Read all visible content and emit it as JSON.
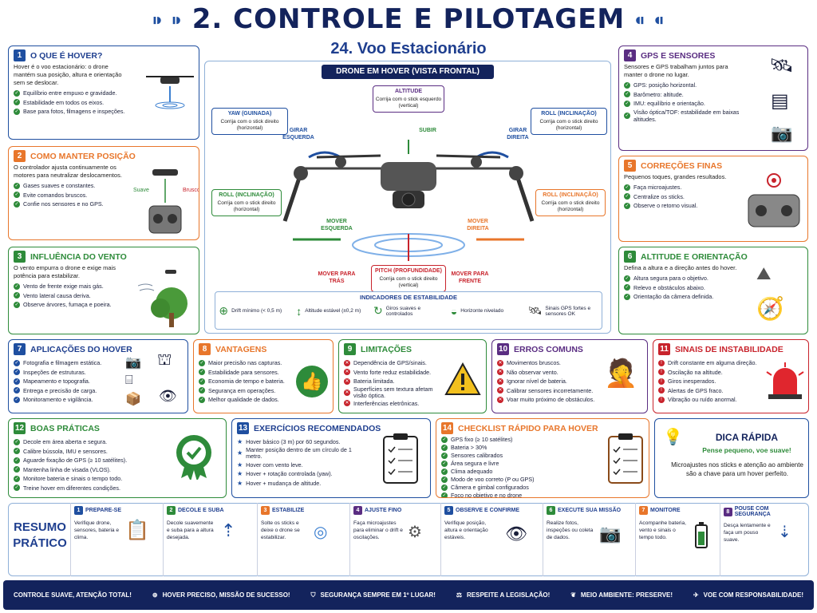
{
  "header": {
    "title": "2. CONTROLE E PILOTAGEM",
    "subtitle": "24. Voo Estacionário"
  },
  "center": {
    "title": "DRONE EM HOVER (VISTA FRONTAL)",
    "altitude": {
      "t": "ALTITUDE",
      "d": "Corrija com o stick esquerdo (vertical)"
    },
    "yaw": {
      "t": "YAW (GUINADA)",
      "d": "Corrija com o stick direito (horizontal)"
    },
    "roll_tr": {
      "t": "ROLL (INCLINAÇÃO)",
      "d": "Corrija com o stick direito (horizontal)"
    },
    "roll_l": {
      "t": "ROLL (INCLINAÇÃO)",
      "d": "Corrija com o stick direito (horizontal)"
    },
    "roll_r": {
      "t": "ROLL (INCLINAÇÃO)",
      "d": "Corrija com o stick direito (horizontal)"
    },
    "pitch": {
      "t": "PITCH (PROFUNDIDADE)",
      "d": "Corrija com o stick direito (vertical)"
    },
    "girar_esq": "GIRAR ESQUERDA",
    "girar_dir": "GIRAR DIREITA",
    "subir": "SUBIR",
    "mover_esq": "MOVER ESQUERDA",
    "mover_dir": "MOVER DIREITA",
    "mover_tras": "MOVER PARA TRÁS",
    "mover_frente": "MOVER PARA FRENTE",
    "ind_title": "INDICADORES DE ESTABILIDADE",
    "ind": [
      "Drift mínimo (< 0,5 m)",
      "Altitude estável (±0,2 m)",
      "Giros suaves e controlados",
      "Horizonte nivelado",
      "Sinais GPS fortes e sensores OK"
    ]
  },
  "p1": {
    "n": "1",
    "t": "O QUE É HOVER?",
    "d": "Hover é o voo estacionário: o drone mantém sua posição, altura e orientação sem se deslocar.",
    "items": [
      "Equilíbrio entre empuxo e gravidade.",
      "Estabilidade em todos os eixos.",
      "Base para fotos, filmagens e inspeções."
    ]
  },
  "p2": {
    "n": "2",
    "t": "COMO MANTER POSIÇÃO",
    "d": "O controlador ajusta continuamente os motores para neutralizar deslocamentos.",
    "items": [
      "Gases suaves e constantes.",
      "Evite comandos bruscos.",
      "Confie nos sensores e no GPS."
    ],
    "suave": "Suave",
    "brusco": "Brusco"
  },
  "p3": {
    "n": "3",
    "t": "INFLUÊNCIA DO VENTO",
    "d": "O vento empurra o drone e exige mais potência para estabilizar.",
    "items": [
      "Vento de frente exige mais gás.",
      "Vento lateral causa deriva.",
      "Observe árvores, fumaça e poeira."
    ]
  },
  "p4": {
    "n": "4",
    "t": "GPS E SENSORES",
    "d": "Sensores e GPS trabalham juntos para manter o drone no lugar.",
    "items": [
      "GPS: posição horizontal.",
      "Barômetro: altitude.",
      "IMU: equilíbrio e orientação.",
      "Visão óptica/TOF: estabilidade em baixas altitudes."
    ]
  },
  "p5": {
    "n": "5",
    "t": "CORREÇÕES FINAS",
    "d": "Pequenos toques, grandes resultados.",
    "items": [
      "Faça microajustes.",
      "Centralize os sticks.",
      "Observe o retorno visual."
    ]
  },
  "p6": {
    "n": "6",
    "t": "ALTITUDE E ORIENTAÇÃO",
    "d": "Defina a altura e a direção antes do hover.",
    "items": [
      "Altura segura para o objetivo.",
      "Relevo e obstáculos abaixo.",
      "Orientação da câmera definida."
    ]
  },
  "p7": {
    "n": "7",
    "t": "APLICAÇÕES DO HOVER",
    "items": [
      "Fotografia e filmagem estática.",
      "Inspeções de estruturas.",
      "Mapeamento e topografia.",
      "Entrega e precisão de carga.",
      "Monitoramento e vigilância."
    ]
  },
  "p8": {
    "n": "8",
    "t": "VANTAGENS",
    "items": [
      "Maior precisão nas capturas.",
      "Estabilidade para sensores.",
      "Economia de tempo e bateria.",
      "Segurança em operações.",
      "Melhor qualidade de dados."
    ]
  },
  "p9": {
    "n": "9",
    "t": "LIMITAÇÕES",
    "items": [
      "Dependência de GPS/sinais.",
      "Vento forte reduz estabilidade.",
      "Bateria limitada.",
      "Superfícies sem textura afetam visão óptica.",
      "Interferências eletrônicas."
    ]
  },
  "p10": {
    "n": "10",
    "t": "ERROS COMUNS",
    "items": [
      "Movimentos bruscos.",
      "Não observar vento.",
      "Ignorar nível de bateria.",
      "Calibrar sensores incorretamente.",
      "Voar muito próximo de obstáculos."
    ]
  },
  "p11": {
    "n": "11",
    "t": "SINAIS DE INSTABILIDADE",
    "items": [
      "Drift constante em alguma direção.",
      "Oscilação na altitude.",
      "Giros inesperados.",
      "Alertas de GPS fraco.",
      "Vibração ou ruído anormal."
    ]
  },
  "p12": {
    "n": "12",
    "t": "BOAS PRÁTICAS",
    "items": [
      "Decole em área aberta e segura.",
      "Calibre bússola, IMU e sensores.",
      "Aguarde fixação de GPS (≥ 10 satélites).",
      "Mantenha linha de visada (VLOS).",
      "Monitore bateria e sinais o tempo todo.",
      "Treine hover em diferentes condições."
    ]
  },
  "p13": {
    "n": "13",
    "t": "EXERCÍCIOS RECOMENDADOS",
    "items": [
      "Hover básico (3 m) por 60 segundos.",
      "Manter posição dentro de um círculo de 1 metro.",
      "Hover com vento leve.",
      "Hover + rotação controlada (yaw).",
      "Hover + mudança de altitude."
    ]
  },
  "p14": {
    "n": "14",
    "t": "CHECKLIST RÁPIDO PARA HOVER",
    "items": [
      "GPS fixo (≥ 10 satélites)",
      "Bateria > 30%",
      "Sensores calibrados",
      "Área segura e livre",
      "Clima adequado",
      "Modo de voo correto (P ou GPS)",
      "Câmera e gimbal configurados",
      "Foco no objetivo e no drone"
    ]
  },
  "tip": {
    "t": "DICA RÁPIDA",
    "s": "Pense pequeno, voe suave!",
    "d": "Microajustes nos sticks e atenção ao ambiente são a chave para um hover perfeito."
  },
  "resumo": {
    "t": "RESUMO PRÁTICO",
    "steps": [
      {
        "n": "1",
        "t": "PREPARE-SE",
        "d": "Verifique drone, sensores, bateria e clima."
      },
      {
        "n": "2",
        "t": "DECOLE E SUBA",
        "d": "Decole suavemente e suba para a altura desejada."
      },
      {
        "n": "3",
        "t": "ESTABILIZE",
        "d": "Solte os sticks e deixe o drone se estabilizar."
      },
      {
        "n": "4",
        "t": "AJUSTE FINO",
        "d": "Faça microajustes para eliminar o drift e oscilações."
      },
      {
        "n": "5",
        "t": "OBSERVE E CONFIRME",
        "d": "Verifique posição, altura e orientação estáveis."
      },
      {
        "n": "6",
        "t": "EXECUTE SUA MISSÃO",
        "d": "Realize fotos, inspeções ou coleta de dados."
      },
      {
        "n": "7",
        "t": "MONITORE",
        "d": "Acompanhe bateria, vento e sinais o tempo todo."
      },
      {
        "n": "8",
        "t": "POUSE COM SEGURANÇA",
        "d": "Desça lentamente e faça um pouso suave."
      }
    ]
  },
  "footer": [
    "CONTROLE SUAVE, ATENÇÃO TOTAL!",
    "HOVER PRECISO, MISSÃO DE SUCESSO!",
    "SEGURANÇA SEMPRE EM 1º LUGAR!",
    "RESPEITE A LEGISLAÇÃO!",
    "MEIO AMBIENTE: PRESERVE!",
    "VOE COM RESPONSABILIDADE!"
  ],
  "colors": {
    "navy": "#13235c",
    "blue": "#1f4fa0",
    "orange": "#e8762b",
    "green": "#2e8b3a",
    "purple": "#5a2d82",
    "red": "#c8232c"
  }
}
